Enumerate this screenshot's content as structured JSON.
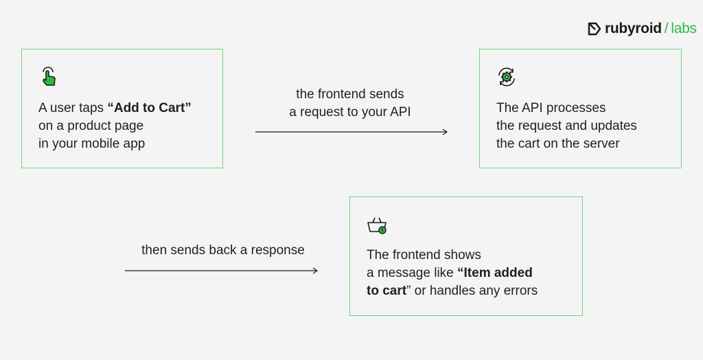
{
  "brand": {
    "name": "rubyroid",
    "slash": "/",
    "suffix": "labs",
    "accent": "#2fb845"
  },
  "steps": [
    {
      "icon": "tap-finger-icon",
      "lines": [
        [
          {
            "t": "A user taps ",
            "b": false
          },
          {
            "t": "“Add to Cart”",
            "b": true
          }
        ],
        [
          {
            "t": "on a product page",
            "b": false
          }
        ],
        [
          {
            "t": "in your mobile app",
            "b": false
          }
        ]
      ]
    },
    {
      "icon": "gear-refresh-icon",
      "lines": [
        [
          {
            "t": "The API processes",
            "b": false
          }
        ],
        [
          {
            "t": "the request and updates",
            "b": false
          }
        ],
        [
          {
            "t": "the cart on the server",
            "b": false
          }
        ]
      ]
    },
    {
      "icon": "shopping-basket-icon",
      "lines": [
        [
          {
            "t": "The frontend shows",
            "b": false
          }
        ],
        [
          {
            "t": "a message like ",
            "b": false
          },
          {
            "t": "“Item added",
            "b": true
          }
        ],
        [
          {
            "t": "to cart",
            "b": true
          },
          {
            "t": "” or handles any errors",
            "b": false
          }
        ]
      ]
    }
  ],
  "connectors": [
    {
      "lines": [
        "the frontend sends",
        "a request to your API"
      ]
    },
    {
      "lines": [
        "then sends back a response"
      ]
    }
  ],
  "colors": {
    "border": "#6fd47b",
    "icon_fill": "#2fb845",
    "arrow": "#1a1a1a"
  }
}
